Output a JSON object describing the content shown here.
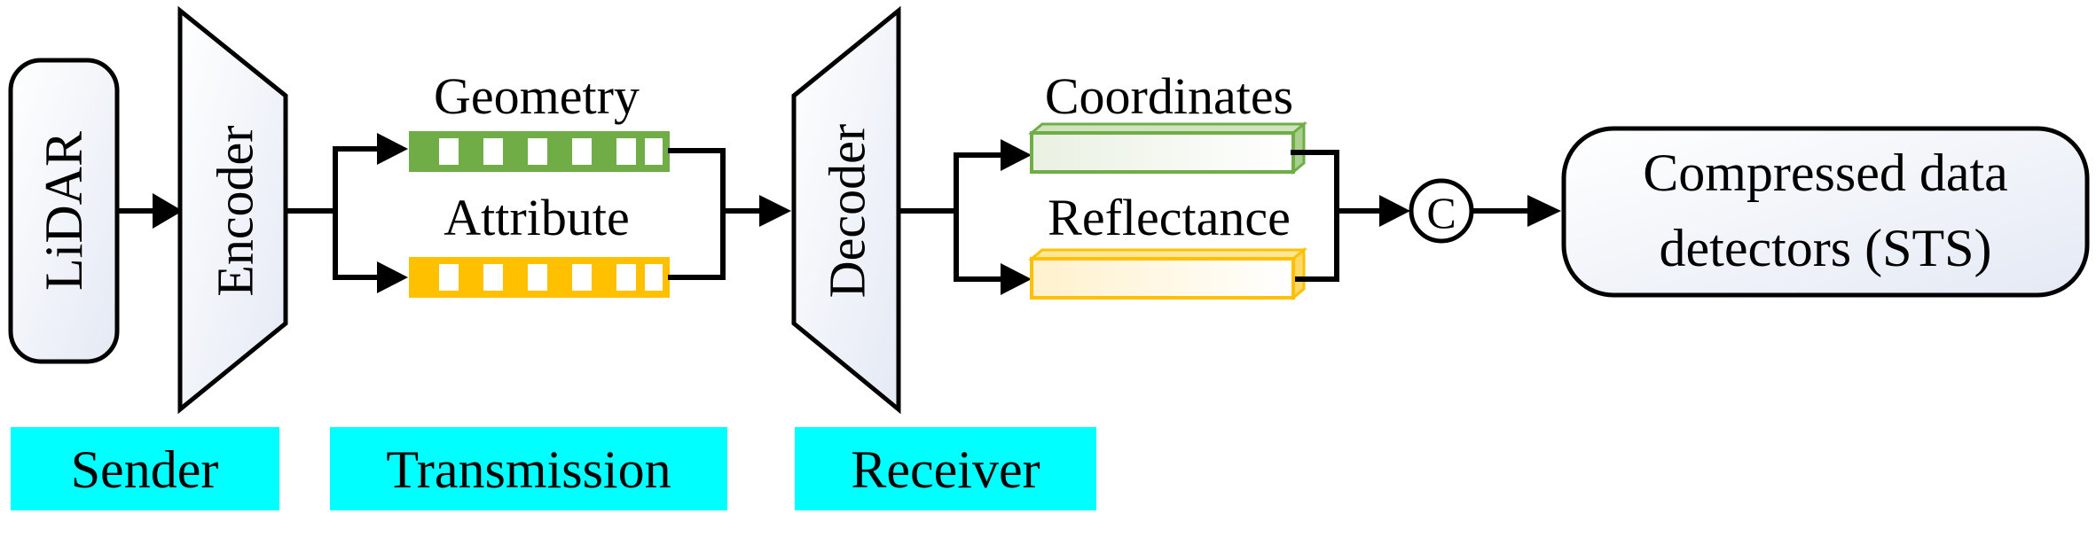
{
  "nodes": {
    "lidar": "LiDAR",
    "encoder": "Encoder",
    "decoder": "Decoder",
    "geometry": "Geometry",
    "attribute": "Attribute",
    "coordinates": "Coordinates",
    "reflectance": "Reflectance",
    "concat_symbol": "C",
    "output_line1": "Compressed data",
    "output_line2": "detectors (STS)"
  },
  "stages": {
    "sender": "Sender",
    "transmission": "Transmission",
    "receiver": "Receiver"
  },
  "colors": {
    "geometry_green": "#70AD47",
    "attribute_yellow": "#FFC000",
    "stage_cyan": "#00FFFF",
    "node_fill": "#F0F3FA"
  }
}
